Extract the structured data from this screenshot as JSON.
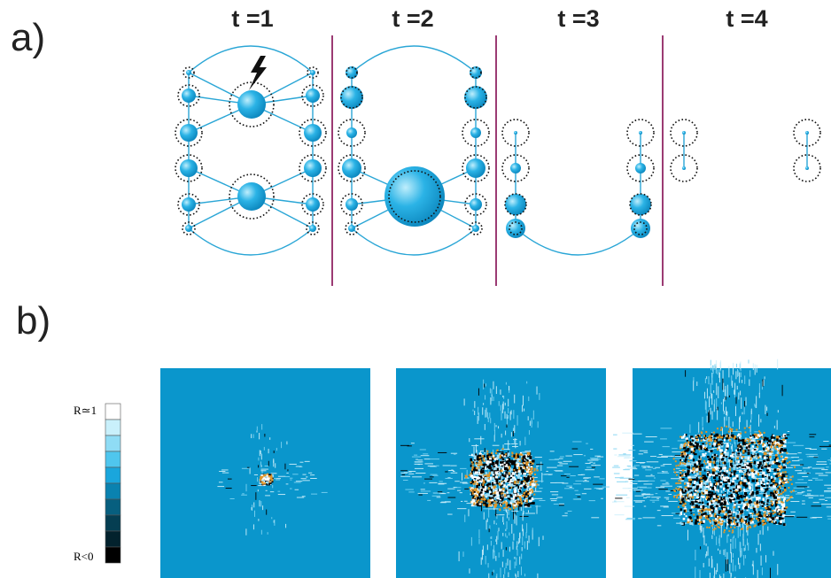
{
  "panels": {
    "a_label": "a)",
    "b_label": "b)"
  },
  "time_steps": [
    "t =1",
    "t =2",
    "t =3",
    "t =4"
  ],
  "legend": {
    "top_label": "R≃1",
    "bottom_label": "R<0",
    "levels": [
      "#ffffff",
      "#c9f0fb",
      "#8fdcf5",
      "#4fc6ee",
      "#1aa6dc",
      "#0a82b0",
      "#075f7f",
      "#053e52",
      "#03222d",
      "#000000"
    ]
  },
  "colors": {
    "node": "#1aa6dc",
    "edge": "#2aa6d6",
    "divider": "#9b3b73",
    "map_background": "#0a96cc",
    "damage_dark": "#000000",
    "damage_light": "#cfeffb",
    "damage_orange": "#e0962a"
  },
  "icons": {
    "trigger": "lightning-bolt-icon"
  }
}
